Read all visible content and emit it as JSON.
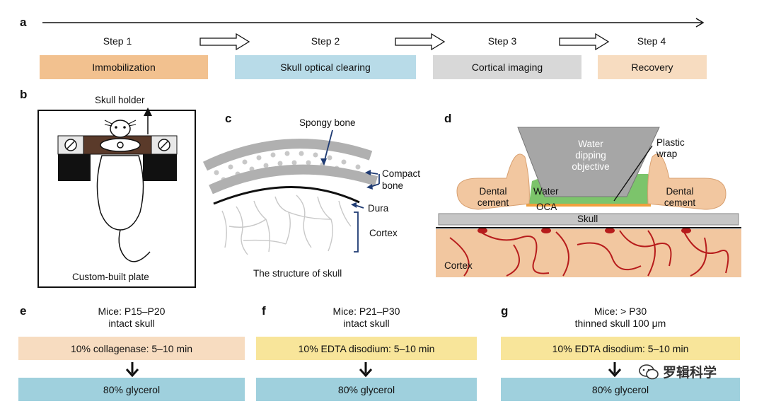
{
  "panels": {
    "a": "a",
    "b": "b",
    "c": "c",
    "d": "d",
    "e": "e",
    "f": "f",
    "g": "g"
  },
  "steps": [
    {
      "label": "Step 1",
      "bar": "Immobilization",
      "color": "#f2c18f"
    },
    {
      "label": "Step 2",
      "bar": "Skull optical clearing",
      "color": "#b8dbe8"
    },
    {
      "label": "Step 3",
      "bar": "Cortical imaging",
      "color": "#d8d8d8"
    },
    {
      "label": "Step 4",
      "bar": "Recovery",
      "color": "#f7dcc0"
    }
  ],
  "panel_b": {
    "top": "Skull holder",
    "bottom": "Custom-built plate"
  },
  "panel_c": {
    "spongy": "Spongy bone",
    "compact_1": "Compact",
    "compact_2": "bone",
    "dura": "Dura",
    "cortex": "Cortex",
    "caption": "The structure of skull"
  },
  "panel_d": {
    "objective_1": "Water",
    "objective_2": "dipping",
    "objective_3": "objective",
    "plastic_1": "Plastic",
    "plastic_2": "wrap",
    "dental_l1": "Dental",
    "dental_l2": "cement",
    "dental_r1": "Dental",
    "dental_r2": "cement",
    "water": "Water",
    "oca": "OCA",
    "skull": "Skull",
    "cortex": "Cortex"
  },
  "protocols": [
    {
      "line1": "Mice: P15–P20",
      "line2": "intact skull",
      "step1": "10% collagenase: 5–10 min",
      "step2": "80% glycerol",
      "color1": "#f7dcc0",
      "color2": "#9fd0dd"
    },
    {
      "line1": "Mice: P21–P30",
      "line2": "intact skull",
      "step1": "10% EDTA disodium: 5–10 min",
      "step2": "80% glycerol",
      "color1": "#f8e59a",
      "color2": "#9fd0dd"
    },
    {
      "line1": "Mice: > P30",
      "line2": "thinned skull 100 μm",
      "step1": "10% EDTA disodium: 5–10 min",
      "step2": "80% glycerol",
      "color1": "#f8e59a",
      "color2": "#9fd0dd"
    }
  ],
  "watermark": "罗辑科学"
}
